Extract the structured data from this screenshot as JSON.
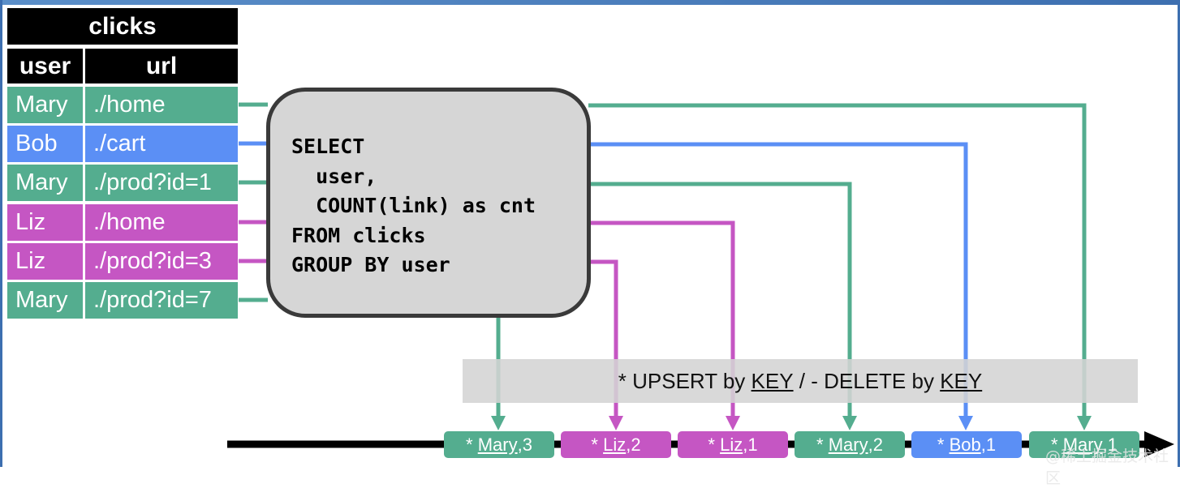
{
  "colors": {
    "mary": "#54ad8f",
    "bob": "#5b8ff5",
    "liz": "#c556c3",
    "header": "#000000",
    "timeline": "#000000"
  },
  "table": {
    "title": "clicks",
    "headers": {
      "user": "user",
      "url": "url"
    },
    "rows": [
      {
        "user": "Mary",
        "url": "./home"
      },
      {
        "user": "Bob",
        "url": "./cart"
      },
      {
        "user": "Mary",
        "url": "./prod?id=1"
      },
      {
        "user": "Liz",
        "url": "./home"
      },
      {
        "user": "Liz",
        "url": "./prod?id=3"
      },
      {
        "user": "Mary",
        "url": "./prod?id=7"
      }
    ]
  },
  "query": "SELECT\n  user,\n  COUNT(link) as cnt\nFROM clicks\nGROUP BY user",
  "banner": {
    "upsert_prefix": "* UPSERT by ",
    "upsert_key": "KEY",
    "sep": " / - DELETE by ",
    "delete_key": "KEY"
  },
  "outputs": [
    {
      "prefix": "* ",
      "key": "Mary",
      "value": ",3"
    },
    {
      "prefix": "* ",
      "key": "Liz",
      "value": ",2"
    },
    {
      "prefix": "* ",
      "key": "Liz",
      "value": ",1"
    },
    {
      "prefix": "* ",
      "key": "Mary",
      "value": ",2"
    },
    {
      "prefix": "* ",
      "key": "Bob",
      "value": ",1"
    },
    {
      "prefix": "* ",
      "key": "Mary",
      "value": ",1"
    }
  ],
  "watermark": "@稀土掘金技术社区"
}
